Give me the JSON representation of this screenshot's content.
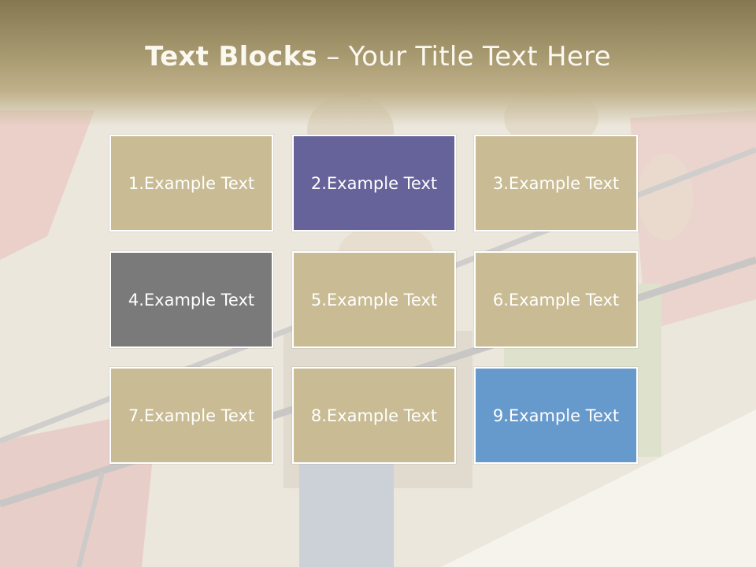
{
  "title": {
    "bold": "Text Blocks",
    "dash": " – ",
    "rest": "Your Title Text Here"
  },
  "blocks": [
    {
      "label": "1.Example Text",
      "color": "#c9bb93"
    },
    {
      "label": "2.Example Text",
      "color": "#656399"
    },
    {
      "label": "3.Example Text",
      "color": "#c9bb93"
    },
    {
      "label": "4.Example Text",
      "color": "#7a7a7a"
    },
    {
      "label": "5.Example Text",
      "color": "#c9bb93"
    },
    {
      "label": "6.Example Text",
      "color": "#c9bb93"
    },
    {
      "label": "7.Example Text",
      "color": "#c9bb93"
    },
    {
      "label": "8.Example Text",
      "color": "#c9bb93"
    },
    {
      "label": "9.Example Text",
      "color": "#6699cc"
    }
  ]
}
